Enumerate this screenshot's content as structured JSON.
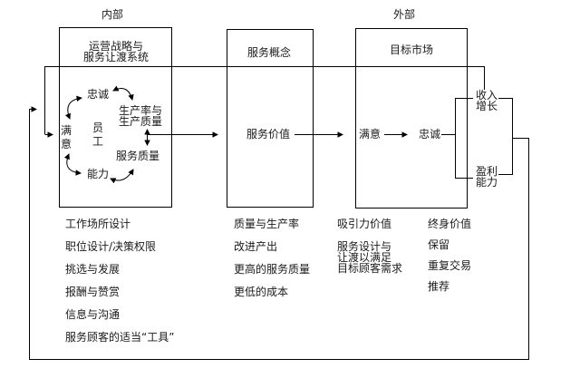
{
  "regions": {
    "internal": "内部",
    "external": "外部"
  },
  "boxes": {
    "operating": {
      "title1": "运营战略与",
      "title2": "服务让渡系统"
    },
    "concept": {
      "title": "服务概念"
    },
    "market": {
      "title": "目标市场"
    }
  },
  "employee_cycle": {
    "loyalty": "忠诚",
    "productivity1": "生产率与",
    "productivity2": "生产质量",
    "satisfaction1": "满",
    "satisfaction2": "意",
    "employee1": "员",
    "employee2": "工",
    "service_quality": "服务质量",
    "capability": "能力"
  },
  "chain": {
    "service_value": "服务价值",
    "satisfaction": "满意",
    "loyalty": "忠诚"
  },
  "outcomes": {
    "revenue1": "收入",
    "revenue2": "增长",
    "profit1": "盈利",
    "profit2": "能力"
  },
  "notes": {
    "col1": [
      "工作场所设计",
      "职位设计/决策权限",
      "挑选与发展",
      "报酬与赞赏",
      "信息与沟通",
      "服务顾客的适当“工具”"
    ],
    "col2": [
      "质量与生产率",
      "改进产出",
      "更高的服务质量",
      "更低的成本"
    ],
    "col3_item1": "吸引力价值",
    "col3_item2": [
      "服务设计与",
      "让渡以满足",
      "目标顾客需求"
    ],
    "col4": [
      "终身价值",
      "保留",
      "重复交易",
      "推荐"
    ]
  },
  "colors": {
    "line": "#000000",
    "text": "#1a1a1a",
    "background": "#ffffff"
  }
}
